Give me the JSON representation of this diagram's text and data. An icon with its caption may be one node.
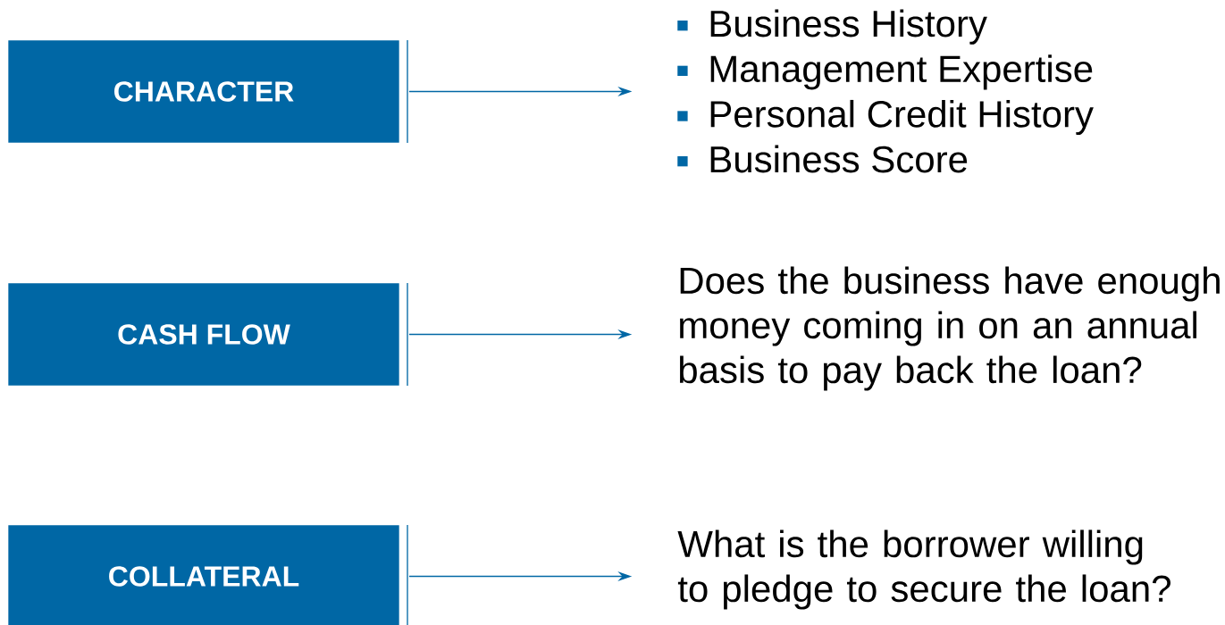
{
  "diagram": {
    "nodes": [
      {
        "text": [
          "CHARACTER"
        ]
      },
      {
        "text": [
          "Business History",
          "Management Expertise",
          "Personal Credit History",
          "Business Score"
        ]
      },
      {
        "text": [
          "CASH FLOW"
        ]
      },
      {
        "text": [
          "Does the business have enough money coming in on an annual basis to pay back the loan?"
        ]
      },
      {
        "text": [
          "COLLATERAL"
        ]
      },
      {
        "text": [
          "What is the borrower willing to pledge to secure the loan?"
        ]
      }
    ],
    "edges": [
      {
        "from": 0,
        "to": 1,
        "arrow": "to"
      },
      {
        "from": 2,
        "to": 3,
        "arrow": "to"
      },
      {
        "from": 4,
        "to": 5,
        "arrow": "to"
      }
    ]
  }
}
